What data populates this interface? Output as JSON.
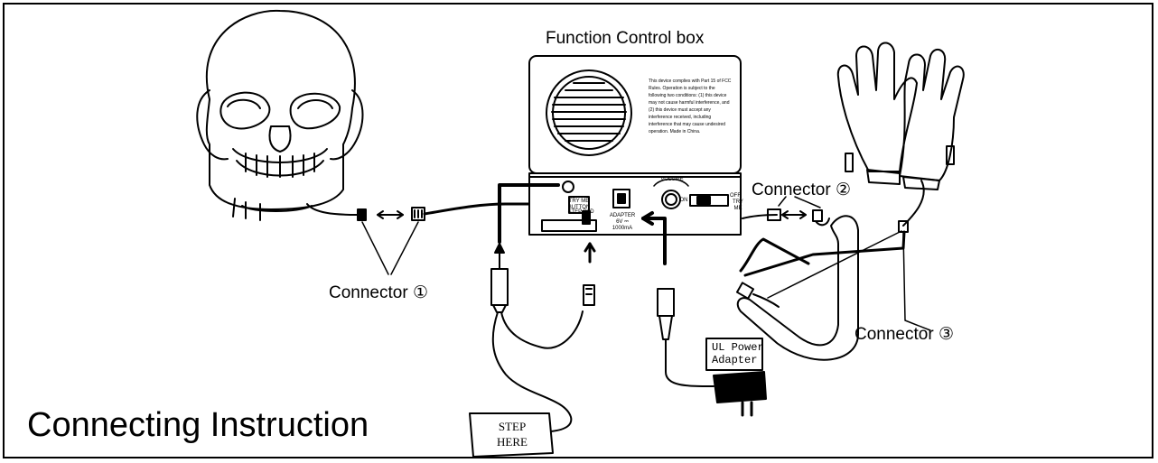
{
  "title": "Connecting Instruction",
  "control_box": {
    "label": "Function Control box",
    "fcc_text": "This device complies with Part 15 of FCC Rules. Operation is subject to the following two conditions: (1) this device may not cause harmful interference, and (2) this device must accept any interference received, including interference that may cause undesired operation. Made in China.",
    "try_me_button": "TRY ME BUTTON",
    "step_pad": "STEP PAD",
    "adapter": "ADAPTER 6V ⎓ 1000mA",
    "volume": "VOLUME",
    "on": "ON",
    "off": "OFF",
    "try_me": "TRY ME"
  },
  "connectors": {
    "c1": "Connector ①",
    "c2": "Connector ②",
    "c3": "Connector ③"
  },
  "power_adapter": {
    "line1": "UL Power",
    "line2": "Adapter"
  },
  "step_pad_card": {
    "line1": "STEP",
    "line2": "HERE"
  },
  "colors": {
    "ink": "#000000",
    "paper": "#ffffff"
  }
}
